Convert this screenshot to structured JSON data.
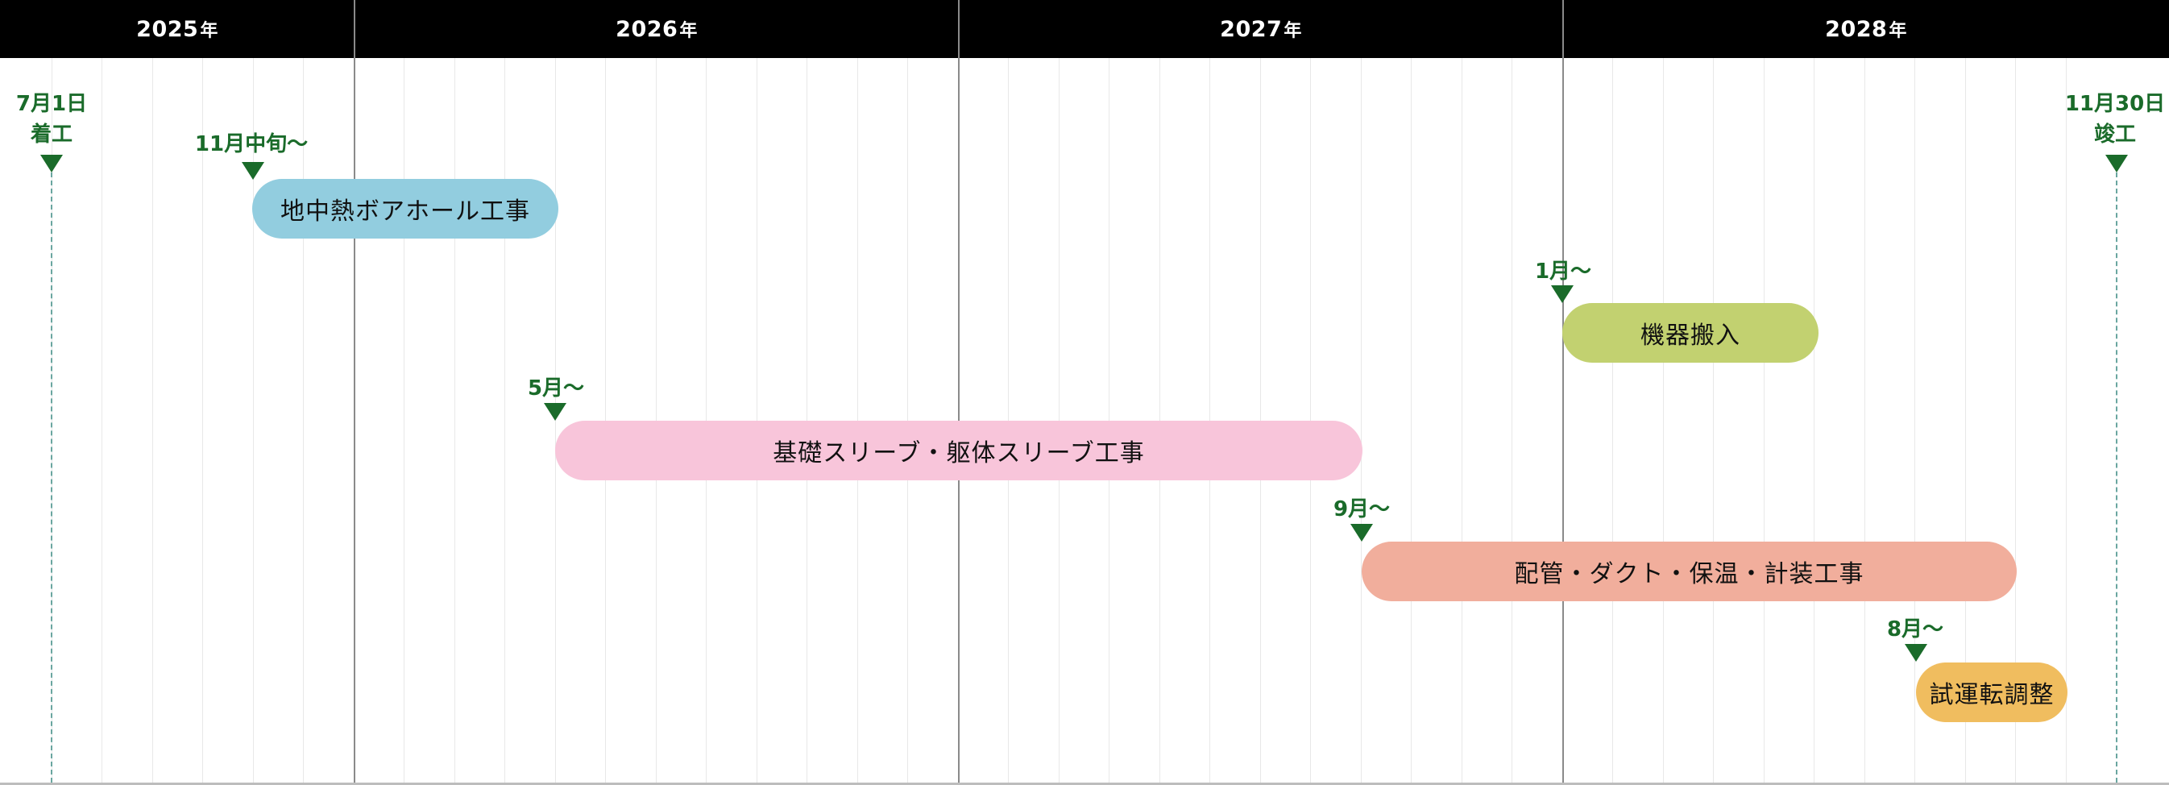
{
  "years": [
    {
      "year": "2025",
      "suffix": "年"
    },
    {
      "year": "2026",
      "suffix": "年"
    },
    {
      "year": "2027",
      "suffix": "年"
    },
    {
      "year": "2028",
      "suffix": "年"
    }
  ],
  "milestones": [
    {
      "line1": "7月1日",
      "line2": "着工"
    },
    {
      "line1": "11月30日",
      "line2": "竣工"
    }
  ],
  "tasks": [
    {
      "label": "地中熱ボアホール工事",
      "start_label": "11月中旬〜",
      "start": "2025-11-15",
      "end": "2026-05-01",
      "color": "#92cddf"
    },
    {
      "label": "機器搬入",
      "start_label": "1月〜",
      "start": "2028-01-01",
      "end": "2028-06-15",
      "color": "#c2d170"
    },
    {
      "label": "基礎スリーブ・躯体スリーブ工事",
      "start_label": "5月〜",
      "start": "2026-05-01",
      "end": "2027-09-30",
      "color": "#f8c5da"
    },
    {
      "label": "配管・ダクト・保温・計装工事",
      "start_label": "9月〜",
      "start": "2027-09-01",
      "end": "2028-10-31",
      "color": "#f1ae9c"
    },
    {
      "label": "試運転調整",
      "start_label": "8月〜",
      "start": "2028-08-01",
      "end": "2028-11-15",
      "color": "#f0bd5f"
    }
  ],
  "colors": {
    "header": "#000000",
    "marker": "#1a6b2a"
  }
}
